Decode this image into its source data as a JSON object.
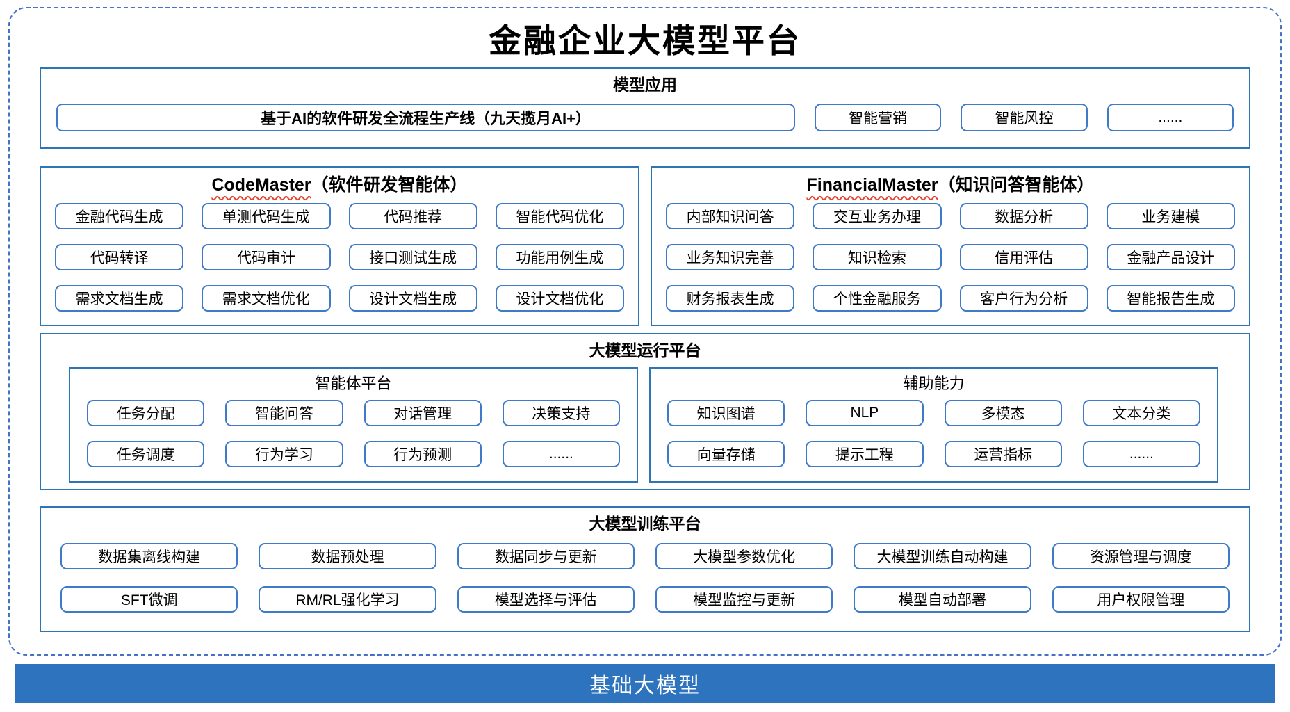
{
  "title": "金融企业大模型平台",
  "colors": {
    "section_border": "#2E75B6",
    "node_border": "#3F7AC8",
    "outer_dashed_border": "#4472C4",
    "base_bar_background": "#2E73BE",
    "base_bar_text": "#FFFFFF",
    "spellcheck_underline": "#E8442E",
    "text": "#000000",
    "background": "#FFFFFF"
  },
  "sections": {
    "model_app": {
      "title": "模型应用",
      "main_button": "基于AI的软件研发全流程生产线（九天揽月AI+）",
      "buttons": [
        "智能营销",
        "智能风控",
        "......"
      ]
    },
    "code_master": {
      "title_en": "CodeMaster",
      "title_zh": "（软件研发智能体）",
      "buttons": [
        "金融代码生成",
        "单测代码生成",
        "代码推荐",
        "智能代码优化",
        "代码转译",
        "代码审计",
        "接口测试生成",
        "功能用例生成",
        "需求文档生成",
        "需求文档优化",
        "设计文档生成",
        "设计文档优化"
      ]
    },
    "financial_master": {
      "title_en": "FinancialMaster",
      "title_zh": "（知识问答智能体）",
      "buttons": [
        "内部知识问答",
        "交互业务办理",
        "数据分析",
        "业务建模",
        "业务知识完善",
        "知识检索",
        "信用评估",
        "金融产品设计",
        "财务报表生成",
        "个性金融服务",
        "客户行为分析",
        "智能报告生成"
      ]
    },
    "runtime": {
      "title": "大模型运行平台",
      "agent_platform": {
        "title": "智能体平台",
        "buttons": [
          "任务分配",
          "智能问答",
          "对话管理",
          "决策支持",
          "任务调度",
          "行为学习",
          "行为预测",
          "......"
        ]
      },
      "aux": {
        "title": "辅助能力",
        "buttons": [
          "知识图谱",
          "NLP",
          "多模态",
          "文本分类",
          "向量存储",
          "提示工程",
          "运营指标",
          "......"
        ]
      }
    },
    "training": {
      "title": "大模型训练平台",
      "buttons": [
        "数据集离线构建",
        "数据预处理",
        "数据同步与更新",
        "大模型参数优化",
        "大模型训练自动构建",
        "资源管理与调度",
        "SFT微调",
        "RM/RL强化学习",
        "模型选择与评估",
        "模型监控与更新",
        "模型自动部署",
        "用户权限管理"
      ]
    },
    "base_model": {
      "label": "基础大模型"
    }
  }
}
